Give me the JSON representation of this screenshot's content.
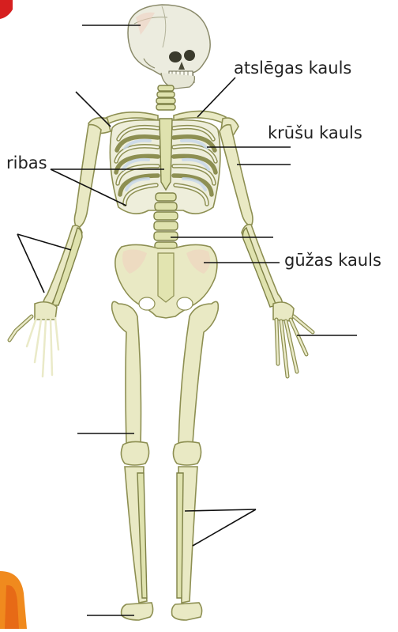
{
  "labels": {
    "clavicle": "atslēgas kauls",
    "sternum": "krūšu kauls",
    "ribs": "ribas",
    "pelvis": "gūžas kauls"
  },
  "colors": {
    "bone_fill": "#e9e9c4",
    "bone_outline": "#8d8f52",
    "leader_line": "#111111",
    "corner_red": "#d61f1f",
    "corner_orange": "#f08a1e"
  }
}
